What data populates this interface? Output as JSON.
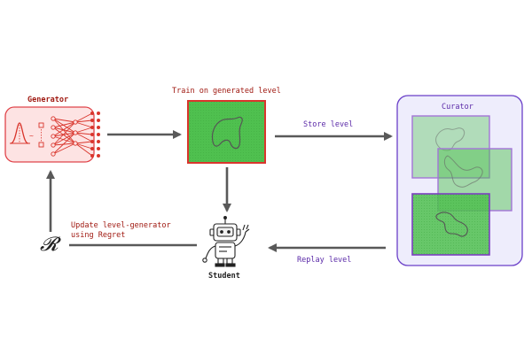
{
  "labels": {
    "generator": "Generator",
    "train": "Train on generated level",
    "store": "Store level",
    "curator": "Curator",
    "update_line1": "Update level-generator",
    "update_line2": "using Regret",
    "regret_symbol": "𝓡",
    "student": "Student",
    "replay": "Replay level"
  },
  "colors": {
    "arrow": "#595959",
    "generator_fill": "#fde3e3",
    "generator_stroke": "#e0444a",
    "level_fill": "#4fc04f",
    "level_border_red": "#d9352c",
    "curator_fill": "#eeedfc",
    "curator_stroke": "#6a3fc8",
    "level_border_purple": "#a374d8"
  }
}
